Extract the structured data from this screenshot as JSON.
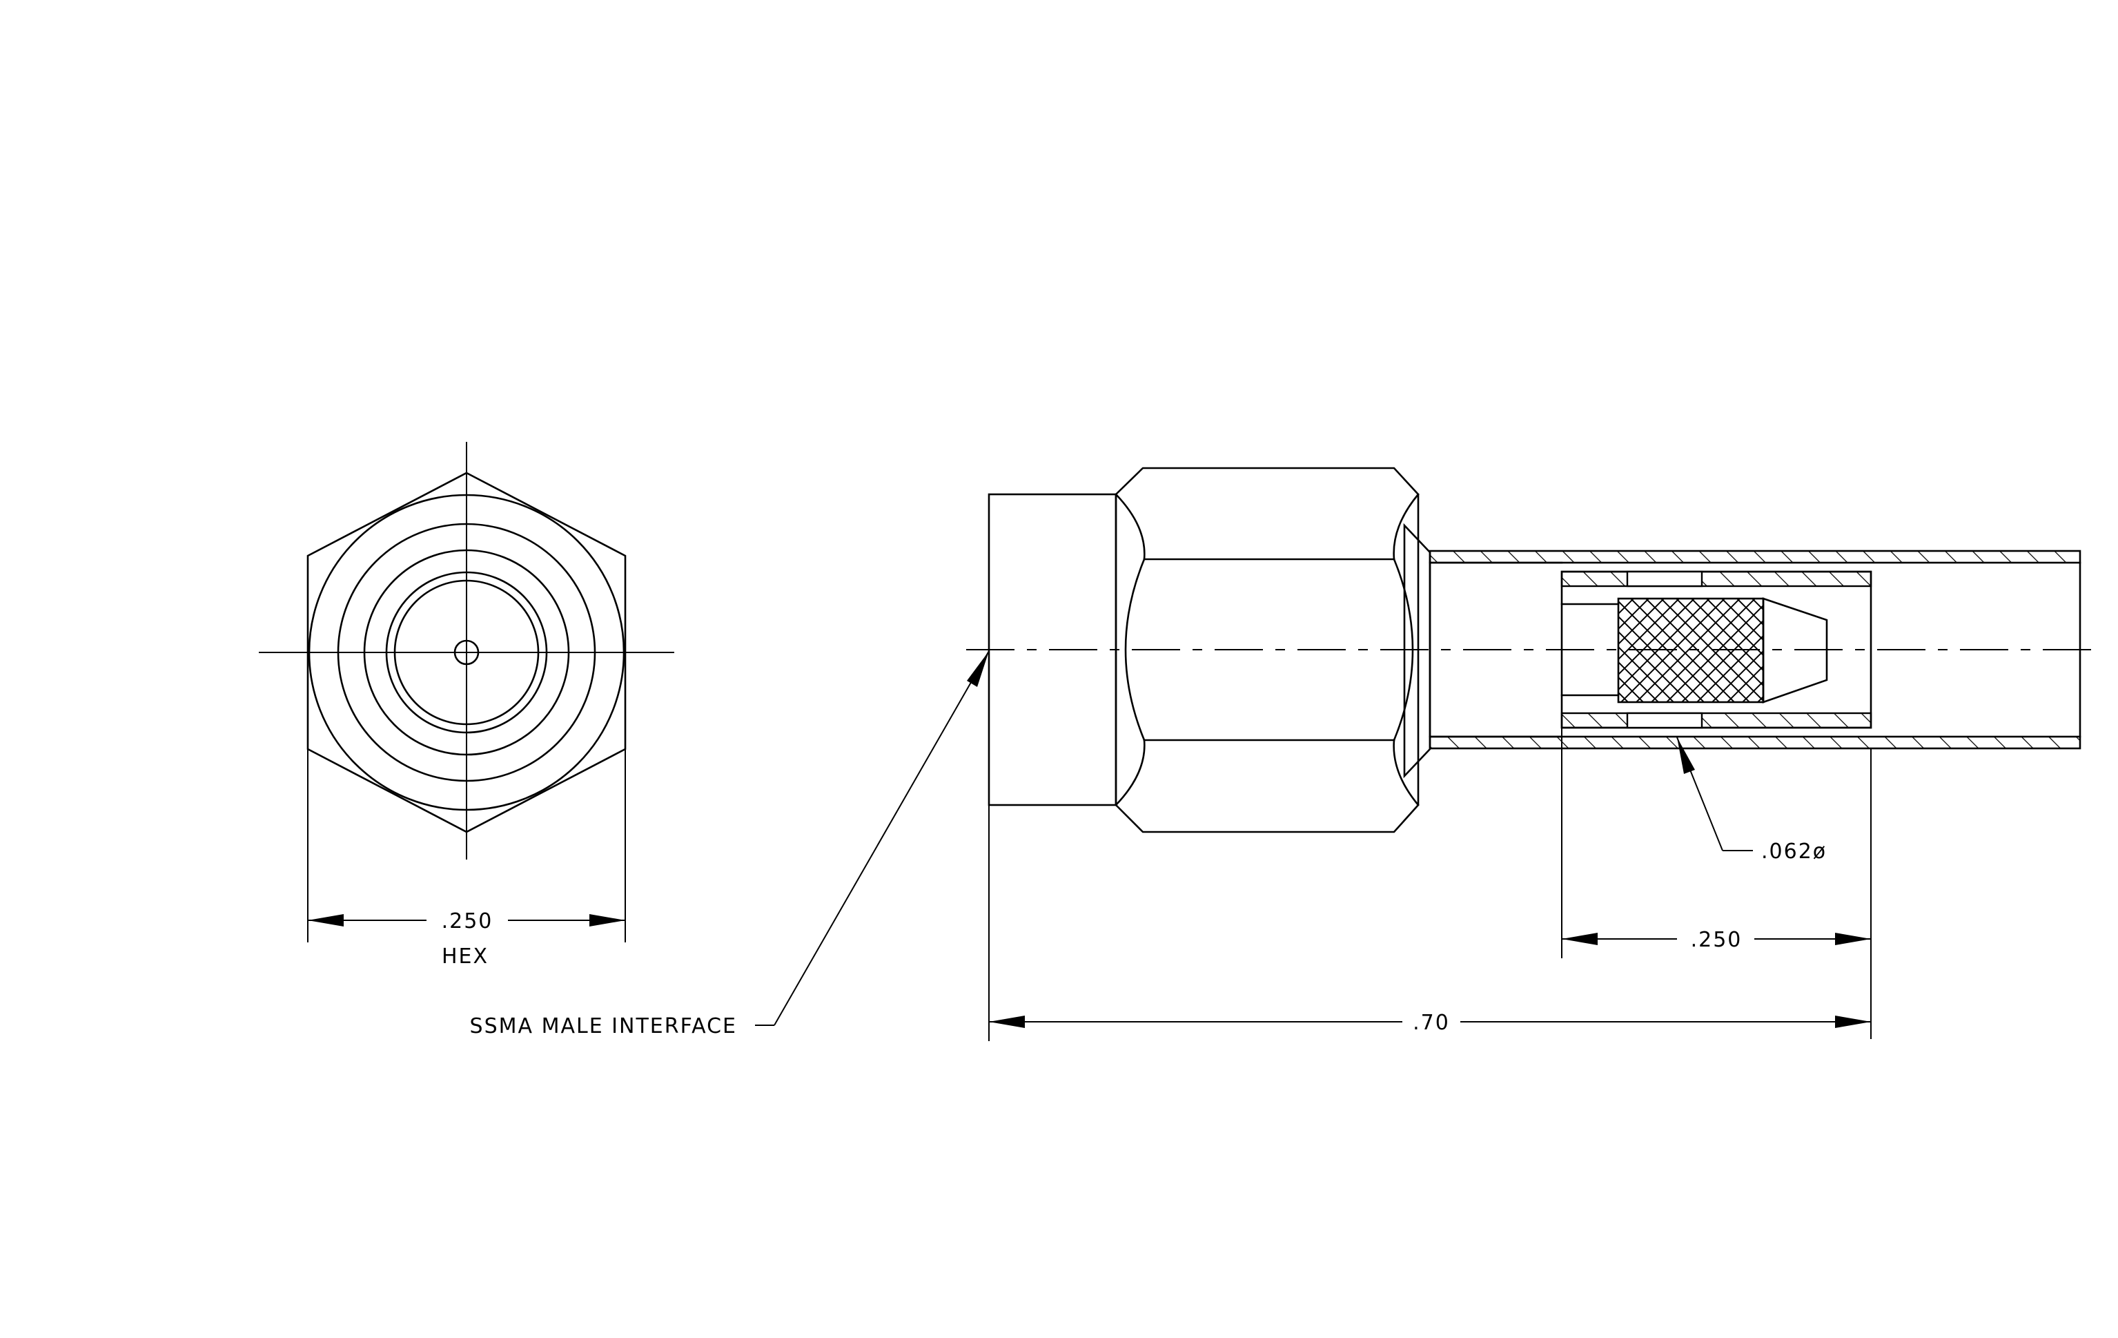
{
  "labels": {
    "hex_dim": ".250",
    "hex_note": "HEX",
    "interface_note": "SSMA MALE INTERFACE",
    "pin_dia": ".062ø",
    "pin_len": ".250",
    "overall_len": ".70"
  }
}
